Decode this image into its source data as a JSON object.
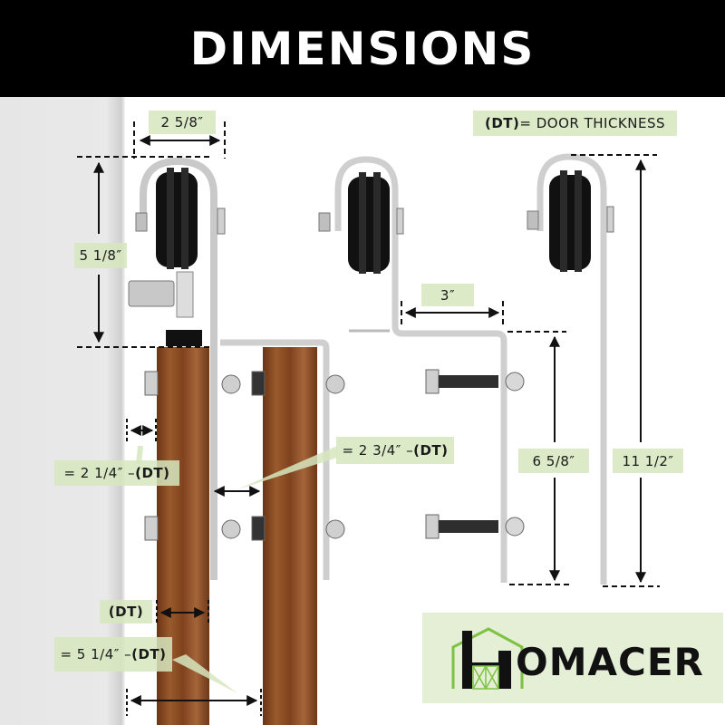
{
  "header": {
    "title": "DIMENSIONS"
  },
  "legend": {
    "abbr": "(DT)",
    "text": " = DOOR THICKNESS"
  },
  "dimensions": {
    "roller_width": "2 5/8″",
    "hanger_height_top": "5 1/8″",
    "offset_bracket": "3″",
    "bolt_span": "6 5/8″",
    "straight_strap_height": "11 1/2″",
    "wall_gap": {
      "prefix": "= 2 1/4″ – ",
      "suffix": "(DT)"
    },
    "door_gap": {
      "prefix": "= 2 3/4″ – ",
      "suffix": "(DT)"
    },
    "door_thickness": "(DT)",
    "total_offset": {
      "prefix": "= 5 1/4″ – ",
      "suffix": "(DT)"
    }
  },
  "brand": {
    "name": "OMACER",
    "initial": "H",
    "full": "HOMACER"
  },
  "colors": {
    "label_bg": "#d6e6be",
    "brand_green": "#7dc242",
    "wood": "#8a4a22",
    "header_bg": "#000000"
  }
}
